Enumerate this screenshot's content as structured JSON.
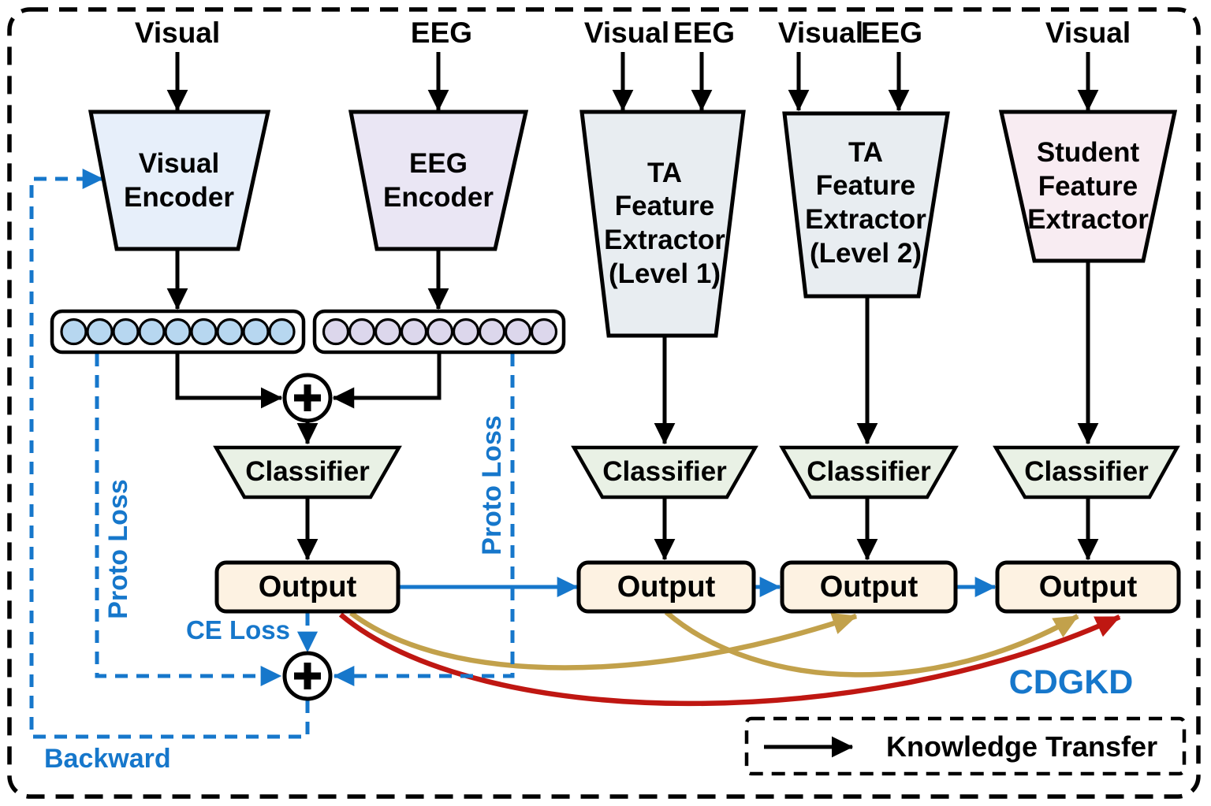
{
  "colors": {
    "blue": "#1677cb",
    "gold": "#c2a14b",
    "red": "#bf1712",
    "black": "#000000",
    "visual_encoder_fill": "#e7effa",
    "eeg_encoder_fill": "#eae6f4",
    "ta_fill": "#e8edf1",
    "student_fill": "#f8ecf2",
    "classifier_fill": "#e9f1e5",
    "output_fill": "#fdf2e2",
    "visual_token_fill": "#b7d7f0",
    "eeg_token_fill": "#dcd7ec"
  },
  "teacher": {
    "visual_input": "Visual",
    "eeg_input": "EEG",
    "visual_encoder": [
      "Visual",
      "Encoder"
    ],
    "eeg_encoder": [
      "EEG",
      "Encoder"
    ],
    "classifier": "Classifier",
    "output": "Output",
    "proto_loss_left": "Proto Loss",
    "proto_loss_right": "Proto Loss",
    "ce_loss": "CE Loss",
    "backward": "Backward"
  },
  "ta_level1": {
    "visual_input": "Visual",
    "eeg_input": "EEG",
    "extractor": [
      "TA",
      "Feature",
      "Extractor",
      "(Level 1)"
    ],
    "classifier": "Classifier",
    "output": "Output"
  },
  "ta_level2": {
    "visual_input": "Visual",
    "eeg_input": "EEG",
    "extractor": [
      "TA",
      "Feature",
      "Extractor",
      "(Level 2)"
    ],
    "classifier": "Classifier",
    "output": "Output"
  },
  "student": {
    "visual_input": "Visual",
    "extractor": [
      "Student",
      "Feature",
      "Extractor"
    ],
    "classifier": "Classifier",
    "output": "Output"
  },
  "annotations": {
    "cdgkd": "CDGKD"
  },
  "legend": {
    "knowledge_transfer": "Knowledge Transfer"
  }
}
